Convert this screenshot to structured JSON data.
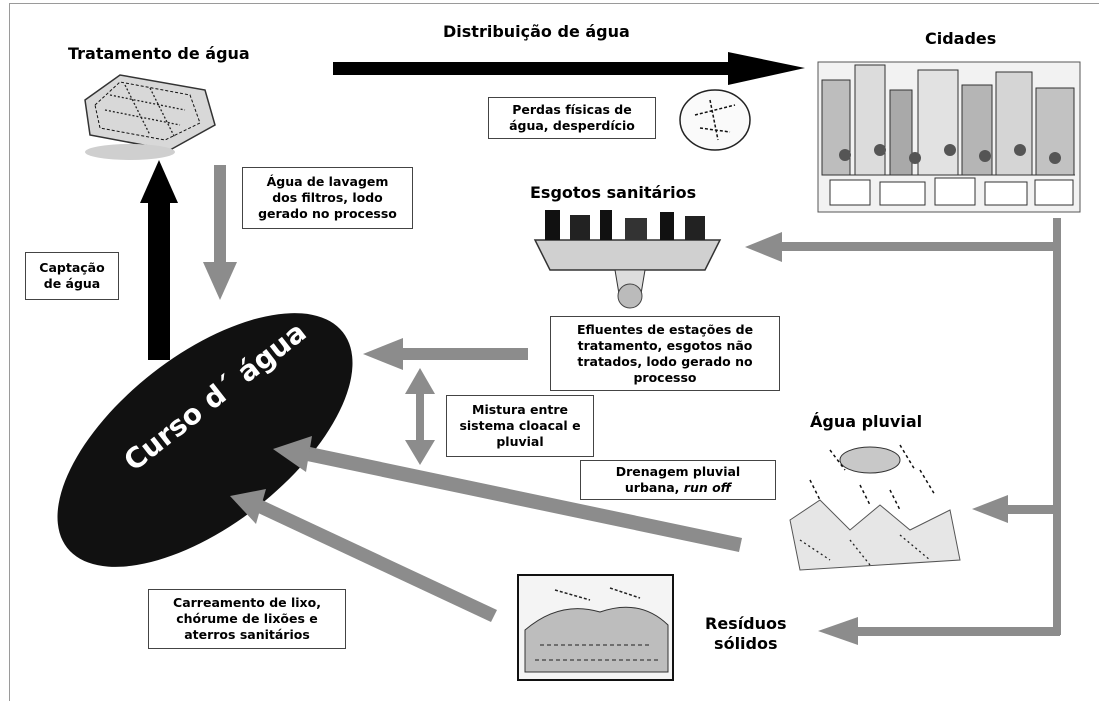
{
  "nodes": {
    "tratamento": "Tratamento de água",
    "distribuicao": "Distribuição de água",
    "cidades": "Cidades",
    "esgotos": "Esgotos sanitários",
    "pluvial": "Água pluvial",
    "residuos_line1": "Resíduos",
    "residuos_line2": "sólidos",
    "curso": "Curso d´ água"
  },
  "boxes": {
    "perdas": [
      "Perdas físicas de",
      "água, desperdício"
    ],
    "lavagem": [
      "Água de lavagem",
      "dos filtros, lodo",
      "gerado no processo"
    ],
    "captacao": [
      "Captação",
      "de água"
    ],
    "efluentes": [
      "Efluentes de estações de",
      "tratamento, esgotos não",
      "tratados, lodo gerado no",
      "processo"
    ],
    "mistura": [
      "Mistura entre",
      "sistema cloacal e",
      "pluvial"
    ],
    "drenagem_line1": "Drenagem pluvial",
    "drenagem_line2_prefix": "urbana, ",
    "drenagem_line2_italic": "run off",
    "carreamento": [
      "Carreamento de lixo,",
      "chórume de lixões e",
      "aterros sanitários"
    ]
  },
  "colors": {
    "gray_arrow": "#8c8c8c",
    "black_arrow": "#000000",
    "ellipse": "#111111"
  }
}
